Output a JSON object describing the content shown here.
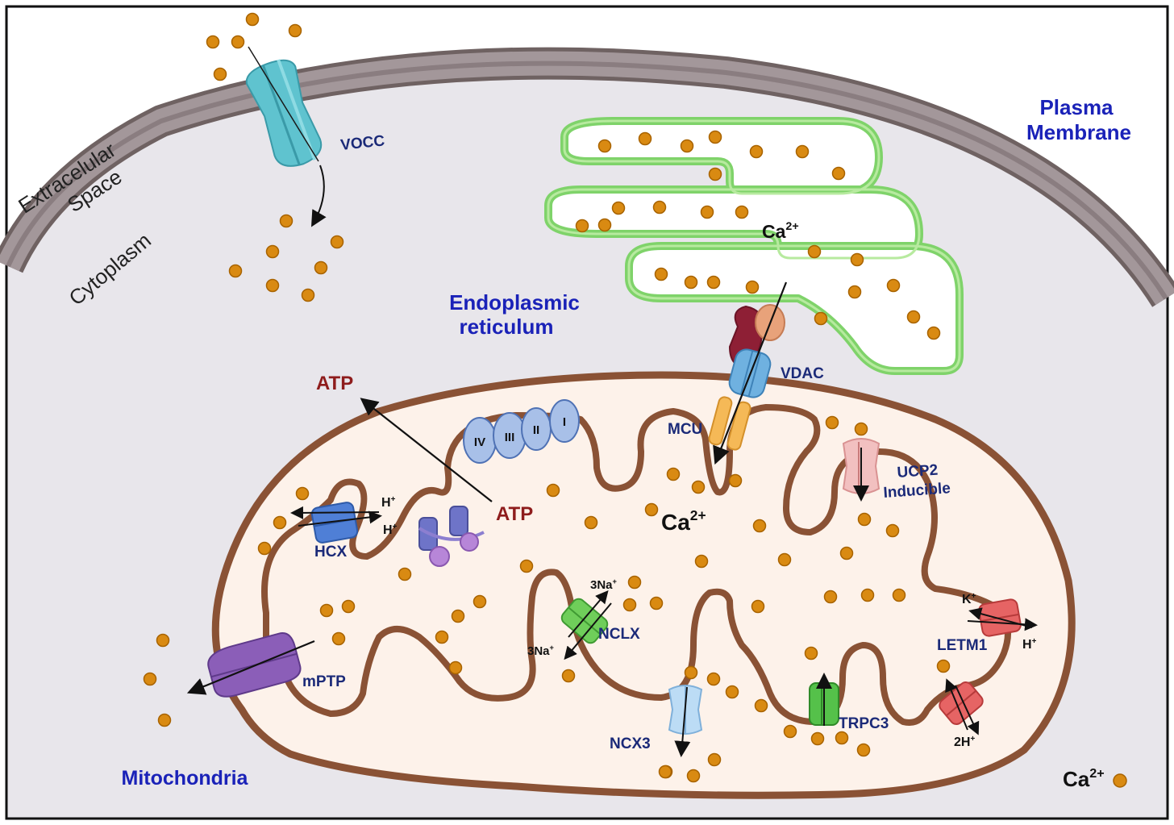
{
  "labels": {
    "extracellular_1": "Extracelular",
    "extracellular_2": "Space",
    "cytoplasm": "Cytoplasm",
    "plasma_1": "Plasma",
    "plasma_2": "Membrane",
    "er_1": "Endoplasmic",
    "er_2": "reticulum",
    "mitochondria": "Mitochondria",
    "vocc": "VOCC",
    "vdac": "VDAC",
    "mcu": "MCU",
    "ucp2_1": "UCP2",
    "ucp2_2": "Inducible",
    "hcx": "HCX",
    "nclx": "NCLX",
    "mptp": "mPTP",
    "ncx3": "NCX3",
    "trpc3": "TRPC3",
    "letm1": "LETM1",
    "atp_out": "ATP",
    "atp_in": "ATP",
    "ca_base": "Ca",
    "ca_charge": "2+",
    "h_plus": "H",
    "plus": "+",
    "k_plus": "K",
    "na3": "3Na",
    "h2": "2H",
    "complex_iv": "IV",
    "complex_iii": "III",
    "complex_ii": "II",
    "complex_i": "I"
  },
  "colors": {
    "membrane": "#9a8c8c",
    "membrane_edge": "#6f6262",
    "cytoplasm": "#e8e6eb",
    "er_stroke": "#7fd36a",
    "er_fill": "#ffffff",
    "mito_stroke": "#8a5235",
    "mito_fill": "#fdf2ea",
    "calcium": "#d98a12",
    "calcium_edge": "#a86300"
  }
}
